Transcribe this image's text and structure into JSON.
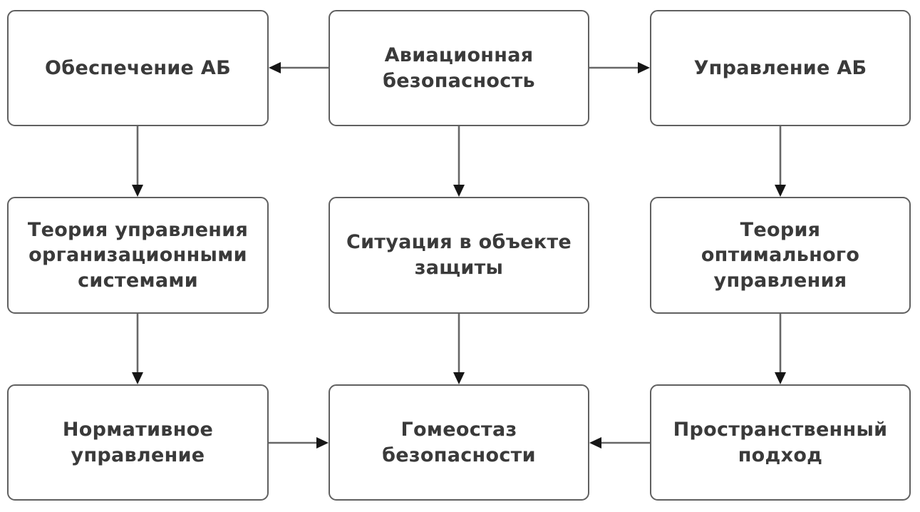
{
  "diagram": {
    "nodes": [
      {
        "id": "obespechenie-ab",
        "label": "Обеспечение АБ"
      },
      {
        "id": "aviacionnaya-bezopasnost",
        "label": "Авиационная\nбезопасность"
      },
      {
        "id": "upravlenie-ab",
        "label": "Управление АБ"
      },
      {
        "id": "teoriya-org-sistem",
        "label": "Теория управления\nорганизационными\nсистемами"
      },
      {
        "id": "situaciya-v-obekte",
        "label": "Ситуация в объекте\nзащиты"
      },
      {
        "id": "teoriya-optimalnogo",
        "label": "Теория\nоптимального\nуправления"
      },
      {
        "id": "normativnoe-upravlenie",
        "label": "Нормативное\nуправление"
      },
      {
        "id": "gomeostaz-bezopasnosti",
        "label": "Гомеостаз\nбезопасности"
      },
      {
        "id": "prostranstvenny-podhod",
        "label": "Пространственный\nподход"
      }
    ],
    "edges": [
      {
        "from": "aviacionnaya-bezopasnost",
        "to": "obespechenie-ab"
      },
      {
        "from": "aviacionnaya-bezopasnost",
        "to": "upravlenie-ab"
      },
      {
        "from": "obespechenie-ab",
        "to": "teoriya-org-sistem"
      },
      {
        "from": "aviacionnaya-bezopasnost",
        "to": "situaciya-v-obekte"
      },
      {
        "from": "upravlenie-ab",
        "to": "teoriya-optimalnogo"
      },
      {
        "from": "teoriya-org-sistem",
        "to": "normativnoe-upravlenie"
      },
      {
        "from": "situaciya-v-obekte",
        "to": "gomeostaz-bezopasnosti"
      },
      {
        "from": "teoriya-optimalnogo",
        "to": "prostranstvenny-podhod"
      },
      {
        "from": "normativnoe-upravlenie",
        "to": "gomeostaz-bezopasnosti"
      },
      {
        "from": "prostranstvenny-podhod",
        "to": "gomeostaz-bezopasnosti"
      }
    ],
    "colors": {
      "background": "#ffffff",
      "box_fill": "#ffffff",
      "box_border": "#606060",
      "text": "#3a3a3a",
      "line": "#676767",
      "arrowhead": "#161616"
    }
  }
}
